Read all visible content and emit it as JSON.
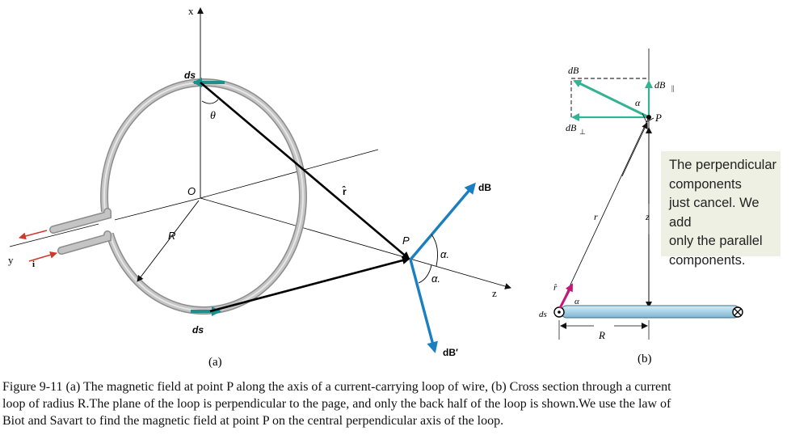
{
  "panel_a": {
    "axis_x": "x",
    "axis_y": "y",
    "axis_z": "z",
    "origin": "O",
    "radius": "R",
    "angle_theta": "θ",
    "rhat": "r̂",
    "point": "P",
    "current": "i",
    "ds_top": "ds",
    "ds_bottom": "ds",
    "dB": "dB",
    "dBprime": "dB′",
    "alpha1": "α.",
    "alpha2": "α.",
    "label": "(a)"
  },
  "panel_b": {
    "dB": "dB",
    "dB_parallel": "dB",
    "dB_perp": "dB",
    "alpha_top": "α",
    "point": "P",
    "r": "r",
    "z": "z",
    "rhat": "r̂",
    "ds": "ds",
    "alpha_bottom": "α",
    "R": "R",
    "label": "(b)",
    "note": [
      "The perpendicular",
      "components",
      "just cancel. We add",
      "only the parallel",
      "components."
    ]
  },
  "caption": [
    "Figure 9-11 (a) The magnetic field at point P along the axis of a current-carrying loop of wire, (b) Cross section through a current",
    "loop of radius R.The plane of the loop is perpendicular to the page, and only the back half of the loop is shown.We use the law of",
    "Biot and Savart to find the magnetic field at point P on the central perpendicular axis of the loop."
  ],
  "colors": {
    "wire": "#b9b9b9",
    "field": "#1a7fc1",
    "teal": "#1e8f8f",
    "green": "#33b393",
    "magenta": "#c2187b",
    "rod": "#a9d2e6"
  }
}
